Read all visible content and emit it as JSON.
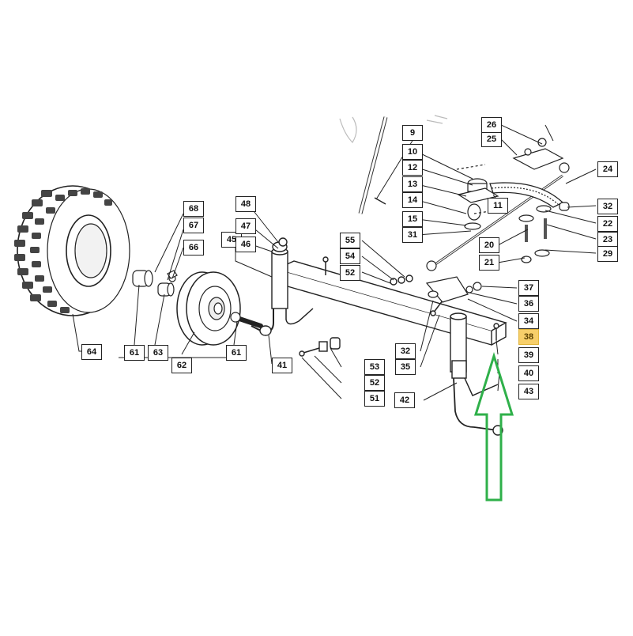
{
  "diagram": {
    "highlight_color": "#f7cf6a",
    "arrow_color": "#2fb04a",
    "highlighted_part": "38",
    "parts": [
      "9",
      "10",
      "11",
      "12",
      "13",
      "14",
      "15",
      "20",
      "21",
      "22",
      "23",
      "24",
      "25",
      "26",
      "29",
      "31",
      "32",
      "32",
      "34",
      "35",
      "36",
      "37",
      "38",
      "39",
      "40",
      "41",
      "42",
      "43",
      "45",
      "46",
      "47",
      "48",
      "51",
      "52",
      "52",
      "53",
      "54",
      "55",
      "61",
      "61",
      "62",
      "63",
      "64",
      "66",
      "67",
      "68"
    ]
  }
}
